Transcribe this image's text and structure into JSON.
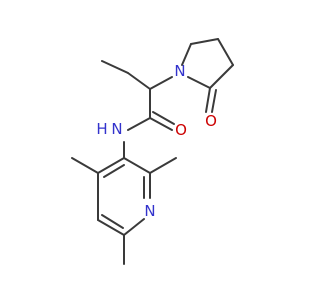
{
  "molecule": {
    "atoms": {
      "n_ring": "N",
      "o_ring": "O",
      "o_amide": "O",
      "n_amide": "N",
      "h_amide": "H",
      "n_pyridine": "N"
    },
    "colors": {
      "bond": "#3a3a3a",
      "nitrogen": "#3333cc",
      "oxygen": "#cc0000",
      "hydrogen": "#3333cc",
      "background": "#ffffff"
    }
  }
}
